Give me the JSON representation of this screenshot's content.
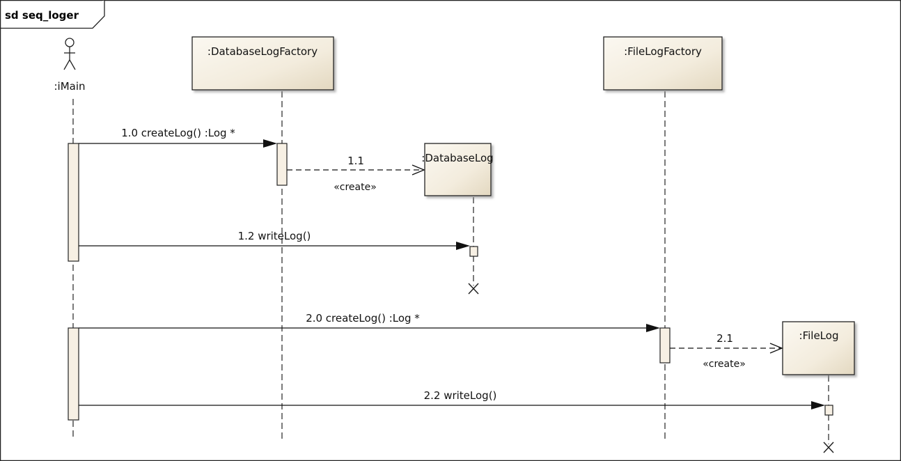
{
  "frame": {
    "title": "sd seq_loger"
  },
  "lifelines": {
    "main": {
      "label": ":iMain",
      "kind": "actor"
    },
    "db_factory": {
      "label": ":DatabaseLogFactory"
    },
    "file_factory": {
      "label": ":FileLogFactory"
    },
    "db_log": {
      "label": ":DatabaseLog"
    },
    "file_log": {
      "label": ":FileLog"
    }
  },
  "messages": [
    {
      "id": "1.0",
      "label": "1.0 createLog() :Log *",
      "from": ":iMain",
      "to": ":DatabaseLogFactory",
      "type": "sync"
    },
    {
      "id": "1.1",
      "label": "1.1",
      "stereotype": "«create»",
      "from": ":DatabaseLogFactory",
      "to": ":DatabaseLog",
      "type": "create"
    },
    {
      "id": "1.2",
      "label": "1.2 writeLog()",
      "from": ":iMain",
      "to": ":DatabaseLog",
      "type": "sync"
    },
    {
      "id": "2.0",
      "label": "2.0 createLog() :Log *",
      "from": ":iMain",
      "to": ":FileLogFactory",
      "type": "sync"
    },
    {
      "id": "2.1",
      "label": "2.1",
      "stereotype": "«create»",
      "from": ":FileLogFactory",
      "to": ":FileLog",
      "type": "create"
    },
    {
      "id": "2.2",
      "label": "2.2 writeLog()",
      "from": ":iMain",
      "to": ":FileLog",
      "type": "sync"
    }
  ],
  "colors": {
    "box_light": "#fbf8f1",
    "box_dark": "#e6dcc6",
    "activation": "#f7f0e4"
  }
}
